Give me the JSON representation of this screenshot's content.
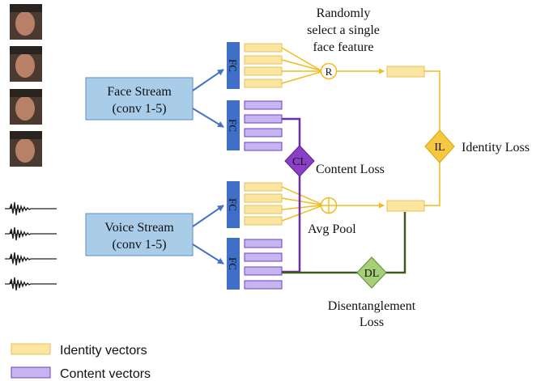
{
  "face_stream": {
    "line1": "Face Stream",
    "line2": "(conv 1-5)"
  },
  "voice_stream": {
    "line1": "Voice Stream",
    "line2": "(conv 1-5)"
  },
  "fc_label": "FC",
  "random_select": {
    "line1": "Randomly",
    "line2": "select a single",
    "line3": "face feature",
    "symbol": "R"
  },
  "avg_pool": {
    "label": "Avg Pool",
    "symbol": "+"
  },
  "identity_loss": {
    "symbol": "IL",
    "label": "Identity Loss"
  },
  "content_loss": {
    "symbol": "CL",
    "label": "Content Loss"
  },
  "disentanglement_loss": {
    "symbol": "DL",
    "line1": "Disentanglement",
    "line2": "Loss"
  },
  "legend": {
    "identity": "Identity vectors",
    "content": "Content vectors"
  },
  "colors": {
    "stream_fill": "#a9cce8",
    "stream_border": "#5b8fc4",
    "fc_fill": "#3f6fc6",
    "identity_fill": "#fbe6a1",
    "identity_border": "#e8c25a",
    "content_fill": "#c7b5f2",
    "content_border": "#6a3fc0",
    "yellow_line": "#f2bb1d",
    "purple_line": "#6a2fa3",
    "green_line": "#3f5a1e",
    "il_fill": "#f5c842",
    "cl_fill": "#8b3fc6",
    "dl_fill": "#a6d077",
    "blue_arrow": "#4472c4"
  }
}
